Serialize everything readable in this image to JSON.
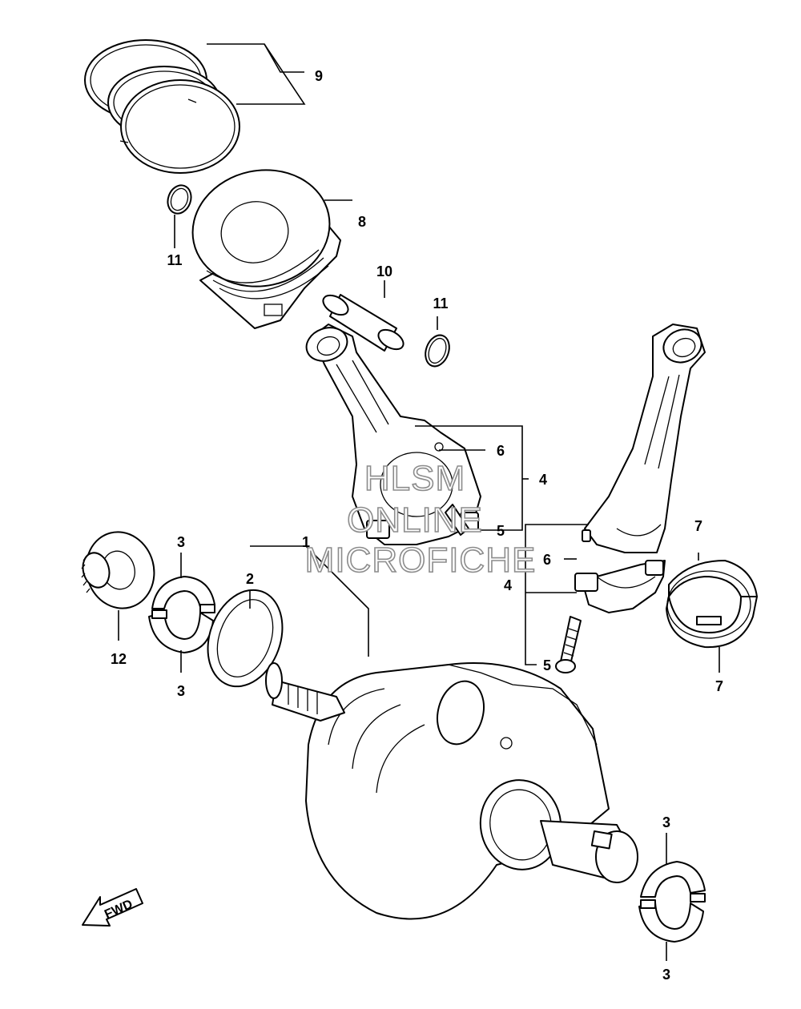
{
  "diagram": {
    "callouts": {
      "c1": "1",
      "c2": "2",
      "c3a": "3",
      "c3b": "3",
      "c3c": "3",
      "c3d": "3",
      "c4a": "4",
      "c4b": "4",
      "c5a": "5",
      "c5b": "5",
      "c6a": "6",
      "c6b": "6",
      "c7a": "7",
      "c7b": "7",
      "c8": "8",
      "c9": "9",
      "c10": "10",
      "c11a": "11",
      "c11b": "11",
      "c12": "12"
    },
    "watermark": {
      "line1": "HLSM",
      "line2": "ONLINE",
      "line3": "MICROFICHE"
    },
    "fwd_label": "FWD"
  }
}
